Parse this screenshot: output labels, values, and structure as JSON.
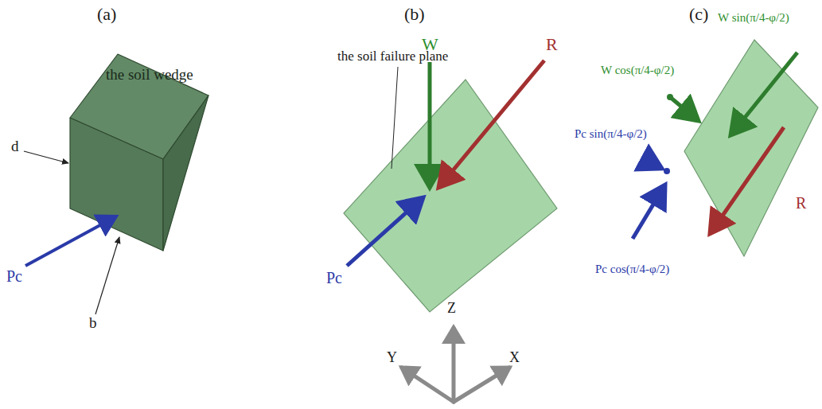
{
  "diagram": {
    "labels": [
      "(a)",
      "(b)",
      "(c)",
      "the soil wedge",
      "d",
      "Pc",
      "b",
      "W",
      "R",
      "the soil failure plane",
      "Pc",
      "W sin(π/4-φ/2)",
      "W cos(π/4-φ/2)",
      "Pc sin(π/4-φ/2)",
      "Pc cos(π/4-φ/2)",
      "R",
      "Z",
      "Y",
      "X"
    ]
  }
}
